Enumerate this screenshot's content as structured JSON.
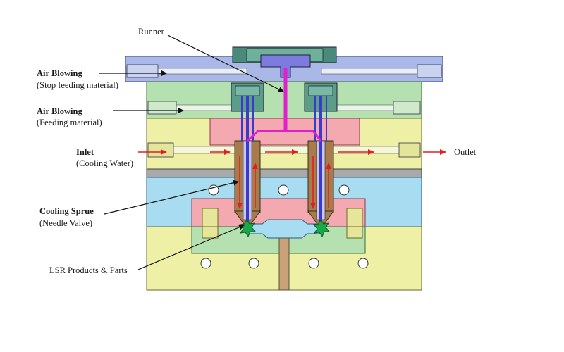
{
  "labels": {
    "runner": "Runner",
    "air_blowing_stop": "Air Blowing",
    "air_blowing_stop_sub": "(Stop feeding material)",
    "air_blowing_feed": "Air Blowing",
    "air_blowing_feed_sub": "(Feeding material)",
    "inlet": "Inlet",
    "inlet_sub": "(Cooling Water)",
    "outlet": "Outlet",
    "cooling_sprue": "Cooling Sprue",
    "cooling_sprue_sub": "(Needle Valve)",
    "lsr_products": "LSR Products & Parts"
  },
  "colors": {
    "top_plate": "#a9b8e6",
    "green_plate": "#b5e0b0",
    "yellow_plate": "#eef0a6",
    "blue_plate": "#a8dcf0",
    "grey_plate": "#a9a9a9",
    "pink_block": "#f4a9b0",
    "runner_magenta": "#e020c8",
    "needle_blue": "#3a3ad0",
    "sprue_brown": "#a97a4a",
    "flow_red": "#e02020",
    "part_green": "#1aa84a",
    "sprue_center": "#c9a27a",
    "arrow_black": "#111111"
  }
}
